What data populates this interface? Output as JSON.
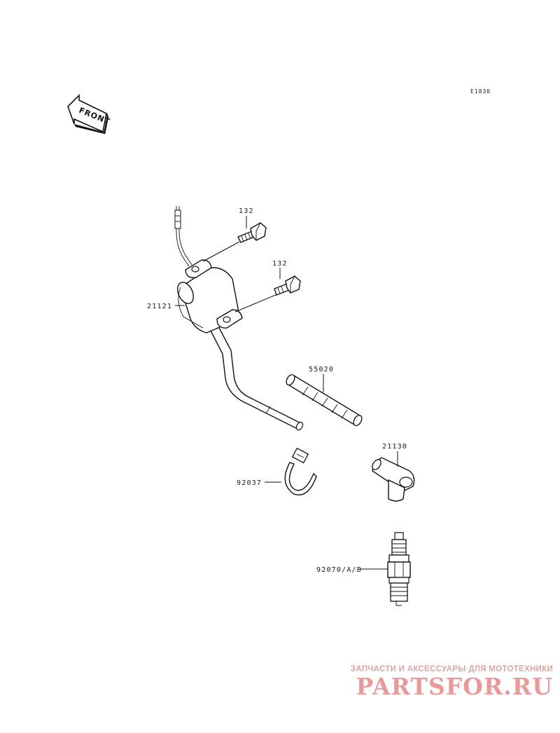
{
  "diagram_code": "E1830",
  "front_label": "FRONT",
  "callouts": {
    "bolt_upper": "132",
    "bolt_lower": "132",
    "ignition_coil": "21121",
    "tube": "55020",
    "plug_cap": "21130",
    "band": "92037",
    "spark_plug": "92070/A/B"
  },
  "watermark": {
    "tagline": "ЗАПЧАСТИ И АКСЕССУАРЫ ДЛЯ МОТОТЕХНИКИ",
    "logo": "PARTSFOR.RU"
  },
  "colors": {
    "line": "#111111",
    "watermark_text": "#d9a5a5",
    "watermark_logo": "#e89a9a"
  }
}
